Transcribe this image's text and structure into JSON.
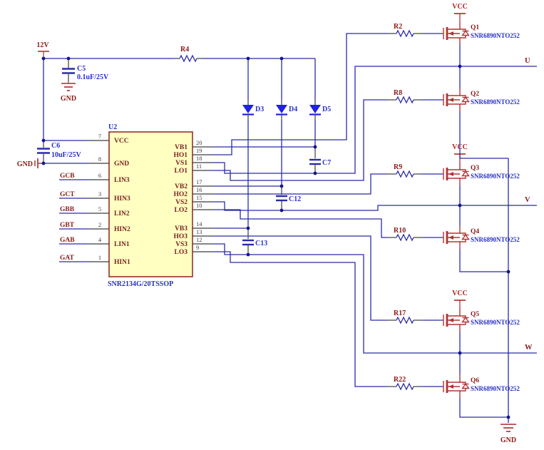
{
  "schematic": {
    "power": {
      "rail_12v": "12V",
      "vcc": "VCC",
      "gnd": "GND"
    },
    "ic": {
      "ref": "U2",
      "part": "SNR2134G/20TSSOP",
      "left_pins": [
        {
          "num": "7",
          "name": "VCC"
        },
        {
          "num": "8",
          "name": "GND"
        },
        {
          "num": "6",
          "name": "LIN3"
        },
        {
          "num": "3",
          "name": "HIN3"
        },
        {
          "num": "5",
          "name": "LIN2"
        },
        {
          "num": "2",
          "name": "HIN2"
        },
        {
          "num": "4",
          "name": "LIN1"
        },
        {
          "num": "1",
          "name": "HIN1"
        }
      ],
      "right_pins": [
        {
          "num": "20",
          "name": "VB1"
        },
        {
          "num": "19",
          "name": "HO1"
        },
        {
          "num": "18",
          "name": "VS1"
        },
        {
          "num": "11",
          "name": "LO1"
        },
        {
          "num": "17",
          "name": "VB2"
        },
        {
          "num": "16",
          "name": "HO2"
        },
        {
          "num": "15",
          "name": "VS2"
        },
        {
          "num": "10",
          "name": "LO2"
        },
        {
          "num": "14",
          "name": "VB3"
        },
        {
          "num": "13",
          "name": "HO3"
        },
        {
          "num": "12",
          "name": "VS3"
        },
        {
          "num": "9",
          "name": "LO3"
        }
      ]
    },
    "input_nets": [
      {
        "label": "GCB"
      },
      {
        "label": "GCT"
      },
      {
        "label": "GBB"
      },
      {
        "label": "GBT"
      },
      {
        "label": "GAB"
      },
      {
        "label": "GAT"
      }
    ],
    "outputs": [
      {
        "label": "U"
      },
      {
        "label": "V"
      },
      {
        "label": "W"
      }
    ],
    "capacitors": [
      {
        "ref": "C5",
        "value": "0.1uF/25V"
      },
      {
        "ref": "C6",
        "value": "10uF/25V"
      },
      {
        "ref": "C7",
        "value": ""
      },
      {
        "ref": "C12",
        "value": ""
      },
      {
        "ref": "C13",
        "value": ""
      }
    ],
    "resistors": [
      {
        "ref": "R4"
      },
      {
        "ref": "R2"
      },
      {
        "ref": "R8"
      },
      {
        "ref": "R9"
      },
      {
        "ref": "R10"
      },
      {
        "ref": "R17"
      },
      {
        "ref": "R22"
      }
    ],
    "diodes": [
      {
        "ref": "D3"
      },
      {
        "ref": "D4"
      },
      {
        "ref": "D5"
      }
    ],
    "mosfets": [
      {
        "ref": "Q1",
        "part": "SNR6890NTO252"
      },
      {
        "ref": "Q2",
        "part": "SNR6890NTO252"
      },
      {
        "ref": "Q3",
        "part": "SNR6890NTO252"
      },
      {
        "ref": "Q4",
        "part": "SNR6890NTO252"
      },
      {
        "ref": "Q5",
        "part": "SNR6890NTO252"
      },
      {
        "ref": "Q6",
        "part": "SNR6890NTO252"
      }
    ],
    "colors": {
      "wire": "#2B2BA8",
      "lead": "#3C3C3C",
      "component_red": "#B03434",
      "diode_blue": "#2121DE",
      "ic_fill": "#FFFFC2",
      "ic_border": "#8B2323",
      "junction": "#15158F"
    }
  }
}
